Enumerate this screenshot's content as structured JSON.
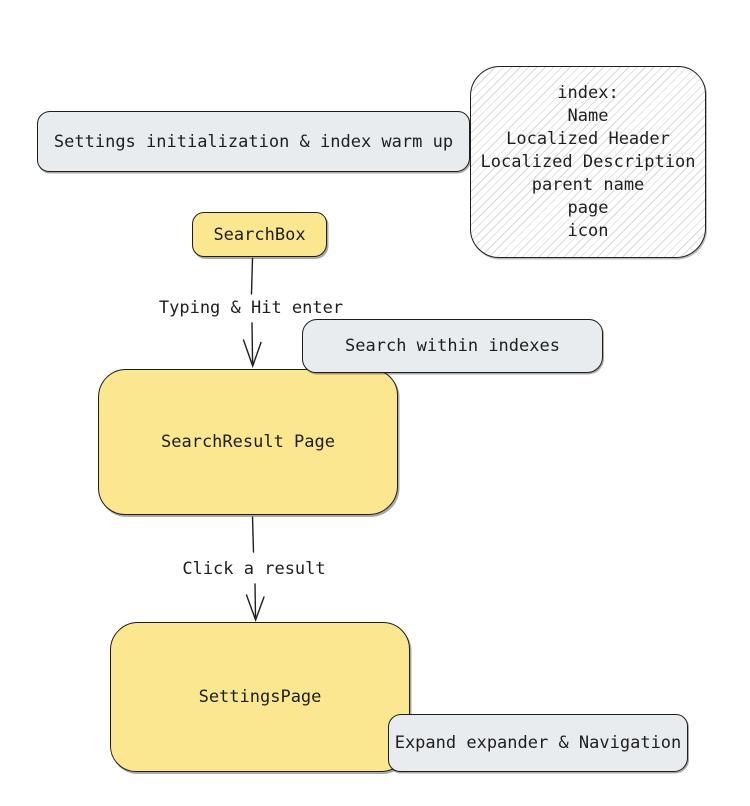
{
  "colors": {
    "node_yellow": "#fbe790",
    "node_gray": "#e9ecef",
    "stroke": "#1e1e1e",
    "hatch": "#d9d9d9",
    "background": "#ffffff"
  },
  "nodes": {
    "settings_init": {
      "label": "Settings initialization & index warm up"
    },
    "index_note": {
      "lines": [
        "index:",
        "Name",
        "Localized Header",
        "Localized Description",
        "parent name",
        "page",
        "icon"
      ]
    },
    "search_box": {
      "label": "SearchBox"
    },
    "search_within": {
      "label": "Search within indexes"
    },
    "search_result": {
      "label": "SearchResult Page"
    },
    "settings_page": {
      "label": "SettingsPage"
    },
    "expand_nav": {
      "label": "Expand expander & Navigation"
    }
  },
  "edges": {
    "typing": {
      "label": "Typing & Hit enter"
    },
    "click": {
      "label": "Click a result"
    }
  }
}
